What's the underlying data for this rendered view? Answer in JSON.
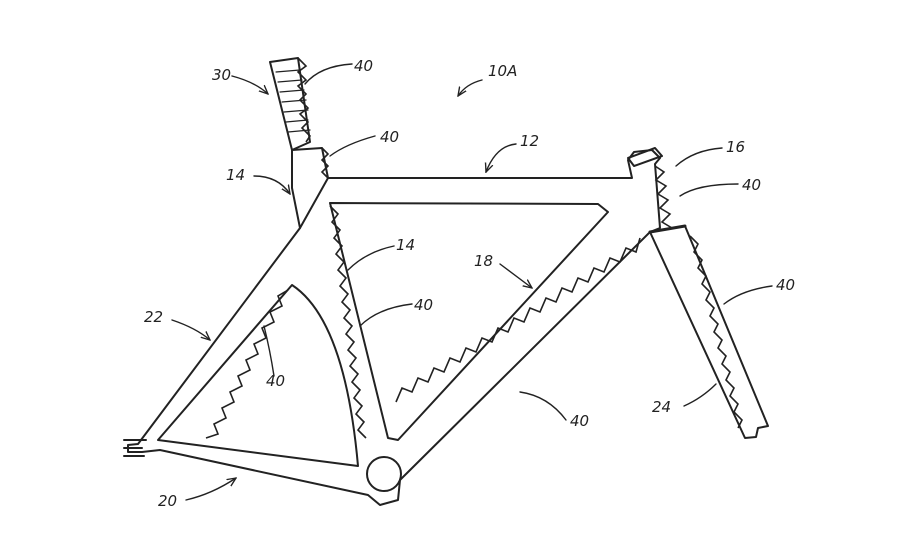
{
  "figure": {
    "reference_labels": {
      "frame": "10A",
      "top_tube": "12",
      "seat_tube": "14",
      "head_tube": "16",
      "down_tube": "18",
      "chain_stay": "20",
      "seat_stay": "22",
      "fork": "24",
      "seat_post": "30",
      "serrated_surface": "40"
    }
  },
  "colors": {
    "line": "#222222",
    "background": "#ffffff"
  }
}
